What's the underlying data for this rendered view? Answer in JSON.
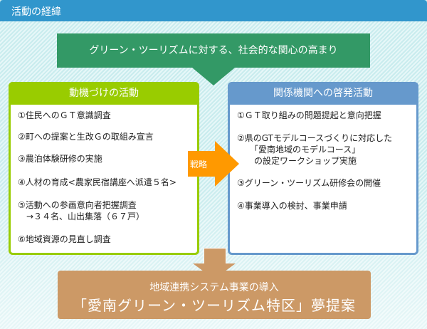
{
  "header": {
    "title": "活動の経緯"
  },
  "top_box": {
    "text": "グリーン・ツーリズムに対する、社会的な関心の高まり"
  },
  "left_panel": {
    "title": "動機づけの活動",
    "items": [
      "①住民へのＧＴ意識調査",
      "②町への提案と生改Ｇの取組み宣言",
      "③農泊体験研修の実施",
      "④人材の育成<農家民宿講座へ派遣５名>",
      "⑤活動への参画意向者把握調査\n　→３４名、山出集落（６７戸）",
      "⑥地域資源の見直し調査"
    ]
  },
  "right_panel": {
    "title": "関係機関への啓発活動",
    "items": [
      "①ＧＴ取り組みの問題提起と意向把握",
      "②県のGTモデルコースづくりに対応した\n　　「愛南地域のモデルコース」\n　　の設定ワークショップ実施",
      "③グリーン・ツーリズム研修会の開催",
      "④事業導入の検討、事業申請"
    ]
  },
  "strategy_arrow": {
    "label": "戦略"
  },
  "bottom_box": {
    "line1": "地域連携システム事業の導入",
    "line2": "「愛南グリーン・ツーリズム特区」夢提案"
  },
  "colors": {
    "header": "#3196cc",
    "top_box": "#339966",
    "left_panel": "#99cc00",
    "right_panel": "#6699cc",
    "strategy": "#ff9900",
    "bottom_box": "#cc9966"
  }
}
